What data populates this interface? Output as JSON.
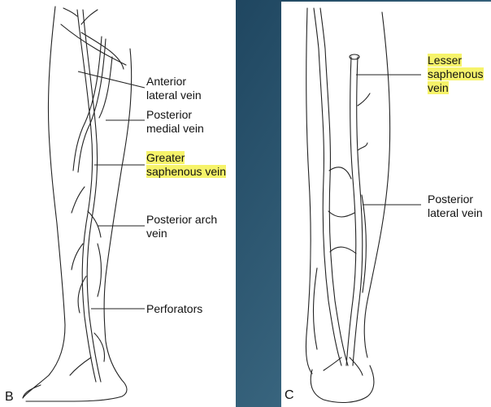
{
  "panel_b": {
    "letter": "B",
    "labels": {
      "anterior_lateral_1": "Anterior",
      "anterior_lateral_2": "lateral vein",
      "posterior_medial_1": "Posterior",
      "posterior_medial_2": "medial vein",
      "greater_saphenous_1": "Greater",
      "greater_saphenous_2": "saphenous vein",
      "posterior_arch_1": "Posterior arch",
      "posterior_arch_2": "vein",
      "perforators": "Perforators"
    }
  },
  "panel_c": {
    "letter": "C",
    "labels": {
      "lesser_saphenous_1": "Lesser",
      "lesser_saphenous_2": "saphenous",
      "lesser_saphenous_3": "vein",
      "posterior_lateral_1": "Posterior",
      "posterior_lateral_2": "lateral vein"
    }
  },
  "colors": {
    "background_panel": "#2b5670",
    "highlight": "#f6f36a",
    "line": "#222222"
  }
}
